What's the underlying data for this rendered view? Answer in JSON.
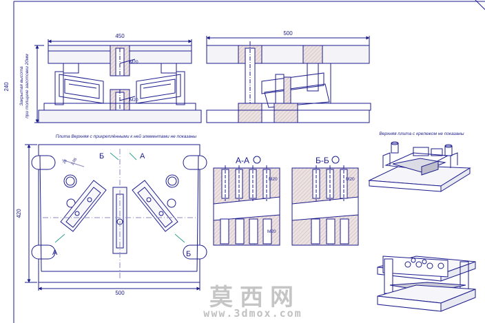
{
  "dimensions": {
    "front_width": "450",
    "side_width": "500",
    "height": "240",
    "plan_height": "420",
    "plan_width": "500",
    "bolt_a": "M20",
    "bolt_b": "M20",
    "section_a_bolt_top": "M20",
    "section_a_bolt_bottom": "M20",
    "section_b_bolt_top": "M20",
    "angle_a": "28",
    "angle_b": "2.08"
  },
  "notes": {
    "shut_height_line1": "Закрытая высота",
    "shut_height_line2": "при толщине заготовки 20мм",
    "plan_caption": "Плита Верхняя с прикреплёнными к ней элементами не показаны",
    "iso_caption": "Верхняя плита с крепежом не показаны"
  },
  "sections": {
    "a_title": "А-А",
    "b_title": "Б-Б",
    "mark_a": "А",
    "mark_b": "Б"
  },
  "watermark": {
    "logo": "莫西网",
    "url": "www.3dmox.com"
  },
  "colors": {
    "line": "#1a1a8c",
    "hatch": "#e3d6d6",
    "accent": "#2e9e8e"
  }
}
